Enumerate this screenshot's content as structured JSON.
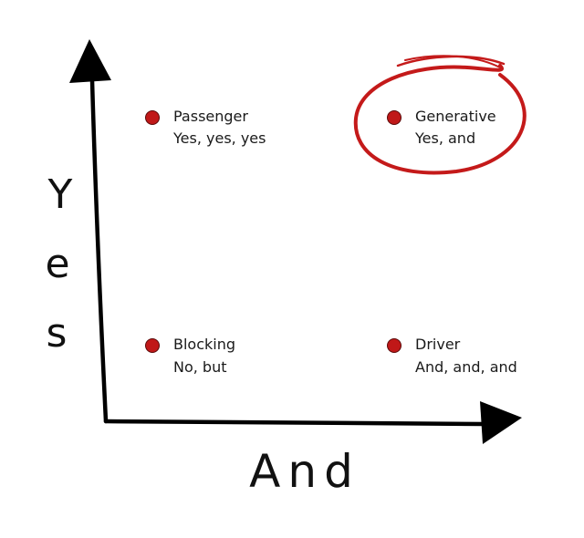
{
  "diagram": {
    "y_axis_letters": [
      "Y",
      "e",
      "s"
    ],
    "x_axis_label": "And",
    "quadrants": {
      "top_left": {
        "title": "Passenger",
        "subtitle": "Yes, yes, yes"
      },
      "top_right": {
        "title": "Generative",
        "subtitle": "Yes, and",
        "highlighted": true
      },
      "bottom_left": {
        "title": "Blocking",
        "subtitle": "No, but"
      },
      "bottom_right": {
        "title": "Driver",
        "subtitle": "And, and, and"
      }
    }
  },
  "colors": {
    "dot": "#c01818",
    "highlight_circle": "#c41a1a",
    "axis": "#000000"
  }
}
